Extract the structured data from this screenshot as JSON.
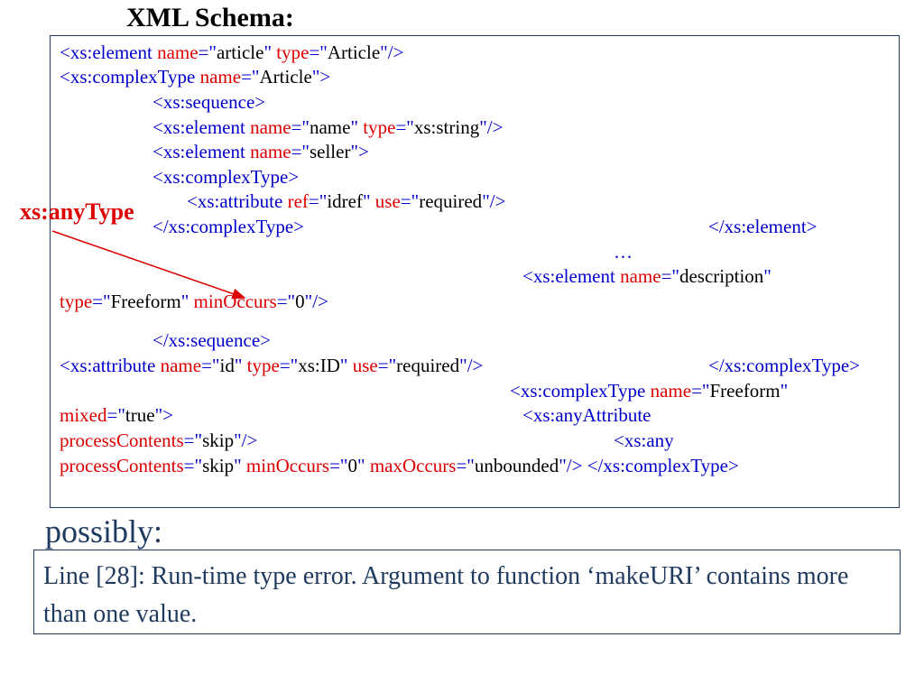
{
  "title": "XML Schema:",
  "annotation": "xs:anyType",
  "code_lines": [
    [
      [
        "<xs:element ",
        "b"
      ],
      [
        "name",
        "r"
      ],
      [
        "=\"",
        "b"
      ],
      [
        "article",
        "k"
      ],
      [
        "\" ",
        "b"
      ],
      [
        "type",
        "r"
      ],
      [
        "=\"",
        "b"
      ],
      [
        "Article",
        "k"
      ],
      [
        "\"/>",
        "b"
      ]
    ],
    [
      [
        "<xs:complexType ",
        "b"
      ],
      [
        "name",
        "r"
      ],
      [
        "=\"",
        "b"
      ],
      [
        "Article",
        "k"
      ],
      [
        "\">",
        "b"
      ]
    ],
    [
      [
        "<xs:sequence>",
        "b"
      ]
    ],
    [
      [
        "<xs:element ",
        "b"
      ],
      [
        "name",
        "r"
      ],
      [
        "=\"",
        "b"
      ],
      [
        "name",
        "k"
      ],
      [
        "\" ",
        "b"
      ],
      [
        "type",
        "r"
      ],
      [
        "=\"",
        "b"
      ],
      [
        "xs:string",
        "k"
      ],
      [
        "\"/>",
        "b"
      ]
    ],
    [
      [
        "<xs:element ",
        "b"
      ],
      [
        "name",
        "r"
      ],
      [
        "=\"",
        "b"
      ],
      [
        "seller",
        "k"
      ],
      [
        "\">",
        "b"
      ]
    ],
    [
      [
        "<xs:complexType>",
        "b"
      ]
    ],
    [
      [
        "<xs:attribute ",
        "b"
      ],
      [
        "ref",
        "r"
      ],
      [
        "=\"",
        "b"
      ],
      [
        "idref",
        "k"
      ],
      [
        "\" ",
        "b"
      ],
      [
        "use",
        "r"
      ],
      [
        "=\"",
        "b"
      ],
      [
        "required",
        "k"
      ],
      [
        "\"/>",
        "b"
      ]
    ],
    [
      [
        "</xs:complexType>",
        "b"
      ]
    ],
    [
      [
        "</xs:element>",
        "b"
      ]
    ],
    [
      [
        "…",
        "b"
      ]
    ],
    [
      [
        "<xs:element ",
        "b"
      ],
      [
        "name",
        "r"
      ],
      [
        "=\"",
        "b"
      ],
      [
        "description",
        "k"
      ],
      [
        "\"",
        "b"
      ]
    ],
    [
      [
        "type",
        "r"
      ],
      [
        "=\"",
        "b"
      ],
      [
        "Freeform",
        "k"
      ],
      [
        "\" ",
        "b"
      ],
      [
        "minOccurs",
        "r"
      ],
      [
        "=\"",
        "b"
      ],
      [
        "0",
        "k"
      ],
      [
        "\"/>",
        "b"
      ]
    ],
    [
      [
        "</xs:sequence>",
        "b"
      ]
    ],
    [
      [
        "<xs:attribute ",
        "b"
      ],
      [
        "name",
        "r"
      ],
      [
        "=\"",
        "b"
      ],
      [
        "id",
        "k"
      ],
      [
        "\" ",
        "b"
      ],
      [
        "type",
        "r"
      ],
      [
        "=\"",
        "b"
      ],
      [
        "xs:ID",
        "k"
      ],
      [
        "\" ",
        "b"
      ],
      [
        "use",
        "r"
      ],
      [
        "=\"",
        "b"
      ],
      [
        "required",
        "k"
      ],
      [
        "\"/>",
        "b"
      ]
    ],
    [
      [
        "</xs:complexType>",
        "b"
      ]
    ],
    [
      [
        "<xs:complexType ",
        "b"
      ],
      [
        "name",
        "r"
      ],
      [
        "=\"",
        "b"
      ],
      [
        "Freeform",
        "k"
      ],
      [
        "\"",
        "b"
      ]
    ],
    [
      [
        "mixed",
        "r"
      ],
      [
        "=\"",
        "b"
      ],
      [
        "true",
        "k"
      ],
      [
        "\">",
        "b"
      ]
    ],
    [
      [
        "<xs:anyAttribute",
        "b"
      ]
    ],
    [
      [
        "processContents",
        "r"
      ],
      [
        "=\"",
        "b"
      ],
      [
        "skip",
        "k"
      ],
      [
        "\"/>",
        "b"
      ]
    ],
    [
      [
        "<xs:any",
        "b"
      ]
    ],
    [
      [
        "processContents",
        "r"
      ],
      [
        "=\"",
        "b"
      ],
      [
        "skip",
        "k"
      ],
      [
        "\" ",
        "b"
      ],
      [
        "minOccurs",
        "r"
      ],
      [
        "=\"",
        "b"
      ],
      [
        "0",
        "k"
      ],
      [
        "\" ",
        "b"
      ],
      [
        "maxOccurs",
        "r"
      ],
      [
        "=\"",
        "b"
      ],
      [
        "unbounded",
        "k"
      ],
      [
        "\"/> </xs:complexType>",
        "b"
      ]
    ]
  ],
  "possibly": "possibly:",
  "error_message": "Line [28]: Run-time type error. Argument to function ‘makeURI’ contains more than one value."
}
